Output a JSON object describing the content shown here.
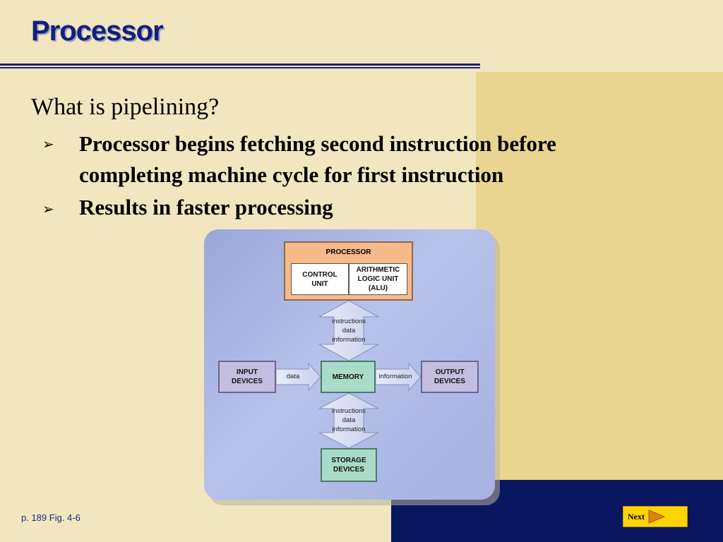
{
  "slide": {
    "title": "Processor",
    "heading": "What is pipelining?",
    "bullets": [
      "Processor begins fetching second instruction before completing machine cycle for first instruction",
      "Results in faster processing"
    ],
    "caption": "p. 189 Fig. 4-6",
    "next_label": "Next"
  },
  "diagram": {
    "processor": "PROCESSOR",
    "control_unit": [
      "CONTROL",
      "UNIT"
    ],
    "alu": [
      "ARITHMETIC",
      "LOGIC UNIT (ALU)"
    ],
    "memory": "MEMORY",
    "input_devices": [
      "INPUT",
      "DEVICES"
    ],
    "output_devices": [
      "OUTPUT",
      "DEVICES"
    ],
    "storage_devices": [
      "STORAGE",
      "DEVICES"
    ],
    "upper_flow": [
      "instructions",
      "data",
      "information"
    ],
    "lower_flow": [
      "instructions",
      "data",
      "information"
    ],
    "left_flow": "data",
    "right_flow": "information"
  },
  "colors": {
    "title": "#12207a",
    "cream": "#f2e6c0",
    "gold": "#e9d590",
    "navy": "#0a1660",
    "button": "#ffd400"
  }
}
